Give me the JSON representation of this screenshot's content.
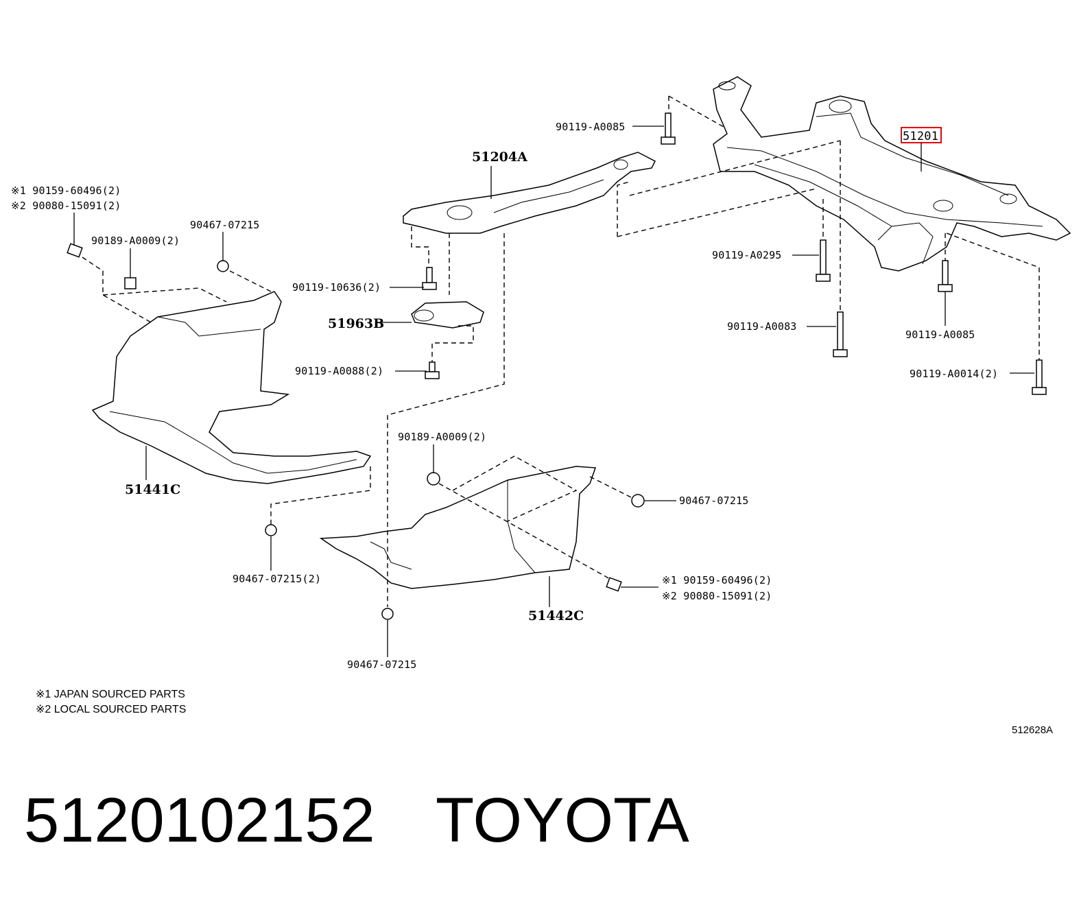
{
  "assemblies": {
    "frame": "51201",
    "cross_member": "51204A",
    "bracket": "51963B",
    "cover_left": "51441C",
    "cover_right": "51442C"
  },
  "fasteners": {
    "top_bolt": "90119-A0085",
    "upper_left_note1": "※1 90159-60496(2)",
    "upper_left_note2": "※2 90080-15091(2)",
    "clip_upper_left": "90189-A0009(2)",
    "clip_upper": "90467-07215",
    "bolt_10636": "90119-10636(2)",
    "bolt_a0088": "90119-A0088(2)",
    "bolt_a0295": "90119-A0295",
    "bolt_a0083": "90119-A0083",
    "bolt_a0085_right": "90119-A0085",
    "bolt_a0014": "90119-A0014(2)",
    "clip_mid": "90189-A0009(2)",
    "clip_mid_right": "90467-07215",
    "clip_left_bottom": "90467-07215(2)",
    "lower_right_note1": "※1 90159-60496(2)",
    "lower_right_note2": "※2 90080-15091(2)",
    "clip_bottom": "90467-07215"
  },
  "notes": {
    "line1": "※1 JAPAN SOURCED PARTS",
    "line2": "※2 LOCAL SOURCED PARTS"
  },
  "illustration_code": "512628A",
  "caption": {
    "part_number": "5120102152",
    "brand": "TOYOTA"
  },
  "colors": {
    "highlight_box": "#e8000b",
    "line": "#000000"
  }
}
